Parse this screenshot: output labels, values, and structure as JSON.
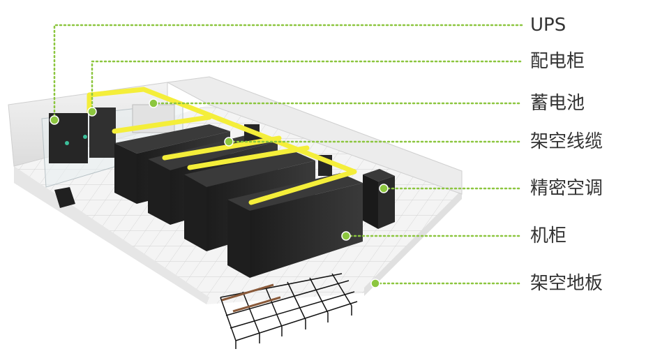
{
  "colors": {
    "accent": "#8cc63f",
    "cable_tray": "#f4ee3a",
    "rack": "#2a2a2a",
    "label_text": "#333333"
  },
  "labels": [
    {
      "id": "ups",
      "text": "UPS"
    },
    {
      "id": "distribution-cabinet",
      "text": "配电柜"
    },
    {
      "id": "battery",
      "text": "蓄电池"
    },
    {
      "id": "overhead-cabling",
      "text": "架空线缆"
    },
    {
      "id": "precision-ac",
      "text": "精密空调"
    },
    {
      "id": "rack-cabinet",
      "text": "机柜"
    },
    {
      "id": "raised-floor",
      "text": "架空地板"
    }
  ]
}
